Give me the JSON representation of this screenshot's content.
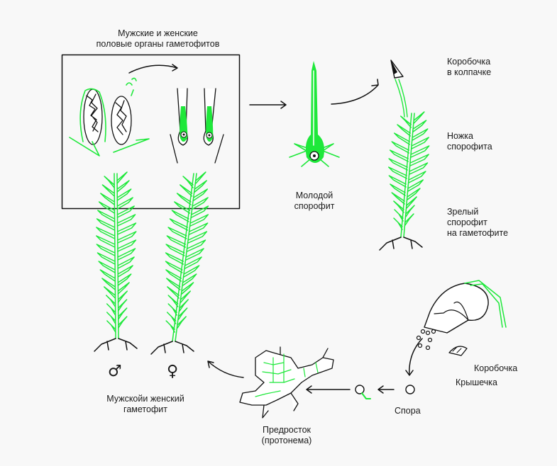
{
  "colors": {
    "green": "#1ee83a",
    "ink": "#111111",
    "bg": "#f8f8f8"
  },
  "labels": {
    "organs": "Мужские и женские\nполовые органы гаметофитов",
    "young_sporophyte": "Молодой\nспорофит",
    "capsule_cap": "Коробочка\nв колпачке",
    "stalk": "Ножка\nспорофита",
    "mature": "Зрелый\nспорофит\nна гаметофите",
    "capsule": "Коробочка",
    "lid": "Крышечка",
    "spore": "Спора",
    "protonema": "Предросток\n(протонема)",
    "gametophytes": "Мужскойи женский\nгаметофит"
  },
  "symbols": {
    "male": "♂",
    "female": "♀"
  }
}
